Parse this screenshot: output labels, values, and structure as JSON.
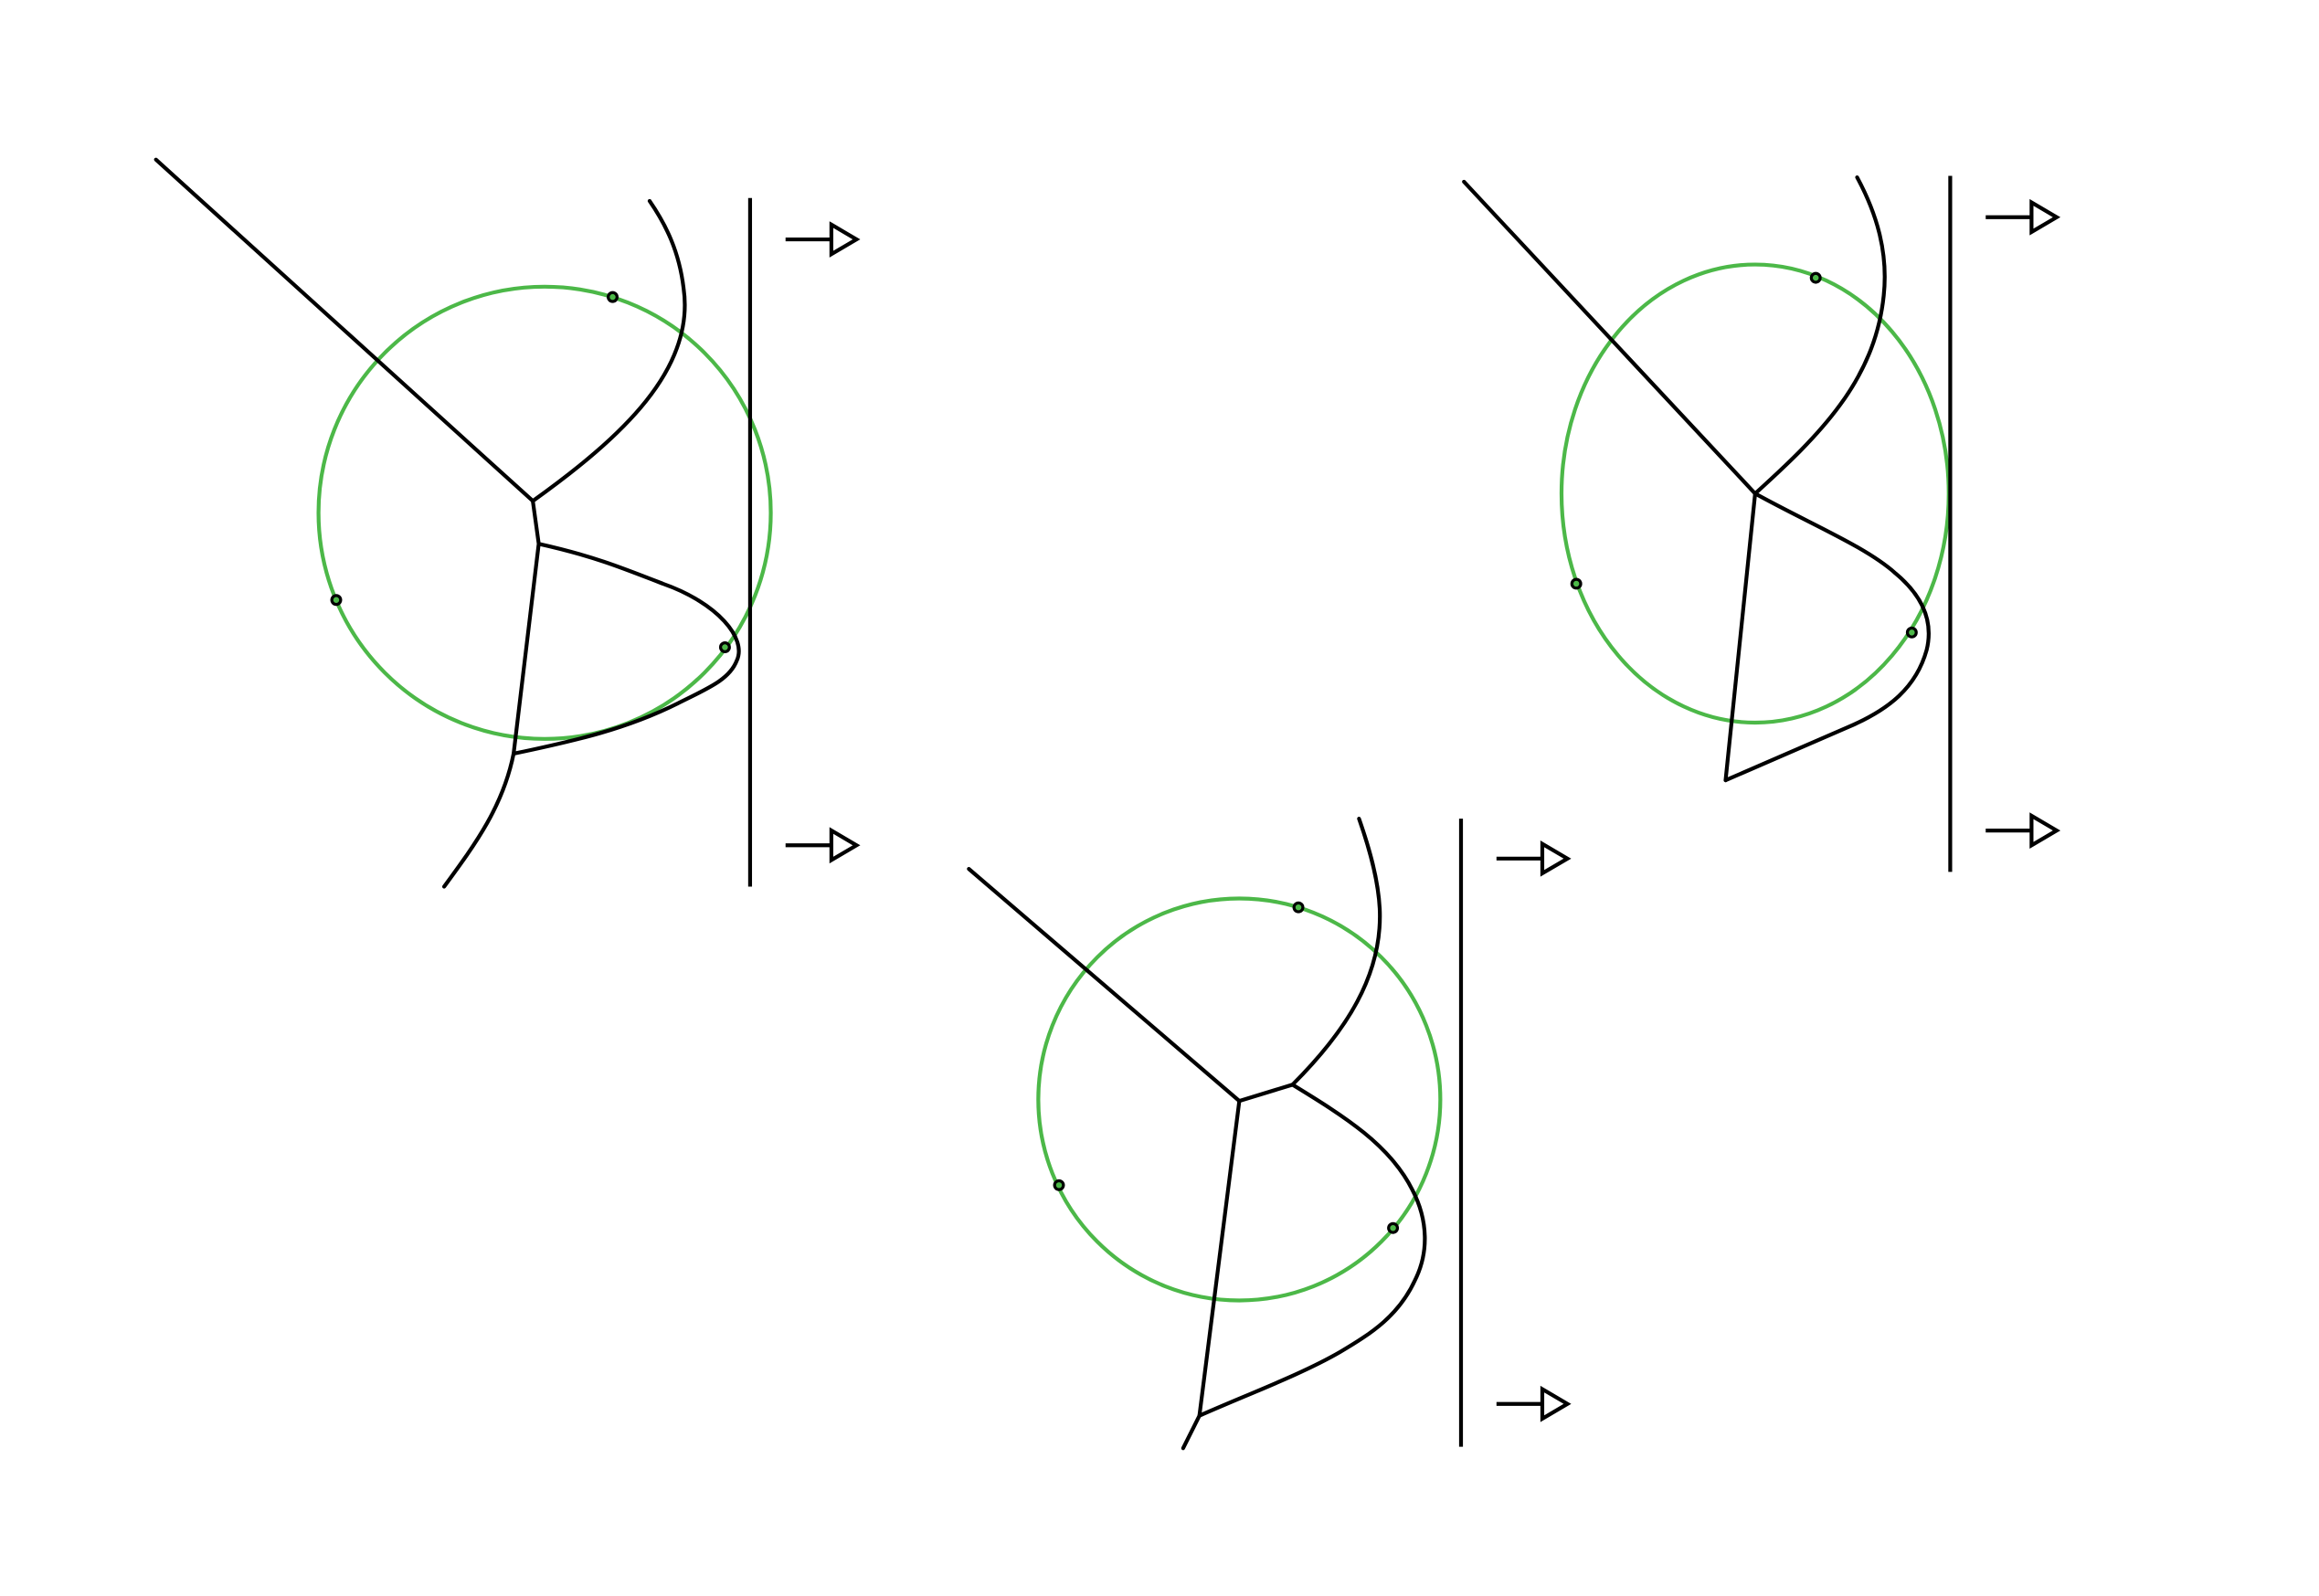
{
  "diagram": {
    "colors": {
      "circle": "#4cb848",
      "site_fill": "#4cb848",
      "edges": "#000000",
      "background": "#ffffff"
    },
    "panels": [
      {
        "id": "top-left",
        "sites": 3,
        "arrows": 2
      },
      {
        "id": "top-right",
        "sites": 3,
        "arrows": 2
      },
      {
        "id": "bottom-center",
        "sites": 3,
        "arrows": 2
      }
    ],
    "arrow_icon": "arrow-right-icon"
  }
}
